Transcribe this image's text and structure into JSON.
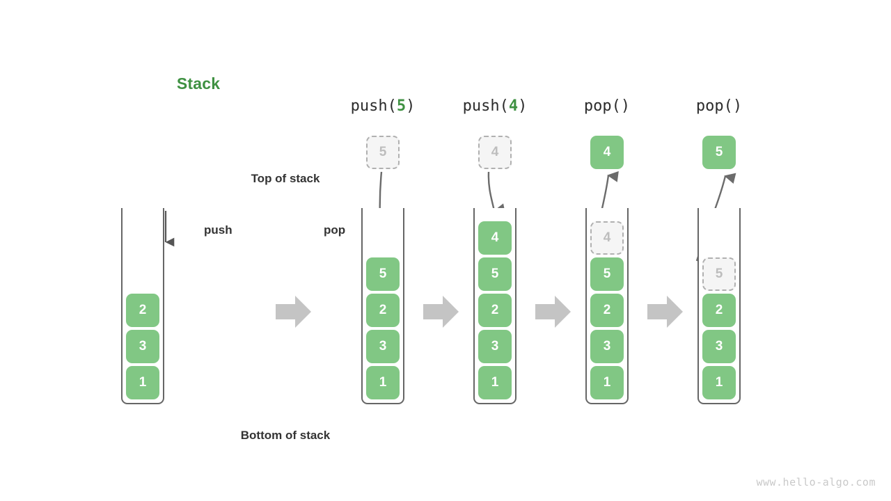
{
  "title": "Stack",
  "labels": {
    "top_of_stack": "Top of stack",
    "bottom_of_stack": "Bottom of stack",
    "push": "push",
    "pop": "pop"
  },
  "watermark": "www.hello-algo.com",
  "colors": {
    "accent_green": "#3f9142",
    "cell_green": "#81c784",
    "ghost_fill": "#f5f5f5",
    "ghost_border": "#b0b0b0",
    "ghost_text": "#bdbdbd",
    "arrow_gray": "#666666",
    "step_arrow_gray": "#c4c4c4",
    "text_dark": "#333333",
    "watermark_gray": "#c9c9c9"
  },
  "steps": [
    {
      "id": "initial",
      "caption_prefix": "",
      "caption_arg": "",
      "caption_suffix": "",
      "cells_bottom_to_top": [
        "1",
        "3",
        "2"
      ],
      "ghost_index": null,
      "float": null
    },
    {
      "id": "push-5",
      "caption_prefix": "push(",
      "caption_arg": "5",
      "caption_suffix": ")",
      "cells_bottom_to_top": [
        "1",
        "3",
        "2",
        "5"
      ],
      "ghost_index": null,
      "float": {
        "kind": "incoming",
        "value": "5"
      }
    },
    {
      "id": "push-4",
      "caption_prefix": "push(",
      "caption_arg": "4",
      "caption_suffix": ")",
      "cells_bottom_to_top": [
        "1",
        "3",
        "2",
        "5",
        "4"
      ],
      "ghost_index": null,
      "float": {
        "kind": "incoming",
        "value": "4"
      }
    },
    {
      "id": "pop-4",
      "caption_prefix": "pop(",
      "caption_arg": "",
      "caption_suffix": ")",
      "cells_bottom_to_top": [
        "1",
        "3",
        "2",
        "5",
        "4"
      ],
      "ghost_index": 4,
      "float": {
        "kind": "outgoing",
        "value": "4"
      }
    },
    {
      "id": "pop-5",
      "caption_prefix": "pop(",
      "caption_arg": "",
      "caption_suffix": ")",
      "cells_bottom_to_top": [
        "1",
        "3",
        "2",
        "5"
      ],
      "ghost_index": 3,
      "float": {
        "kind": "outgoing",
        "value": "5"
      }
    }
  ]
}
